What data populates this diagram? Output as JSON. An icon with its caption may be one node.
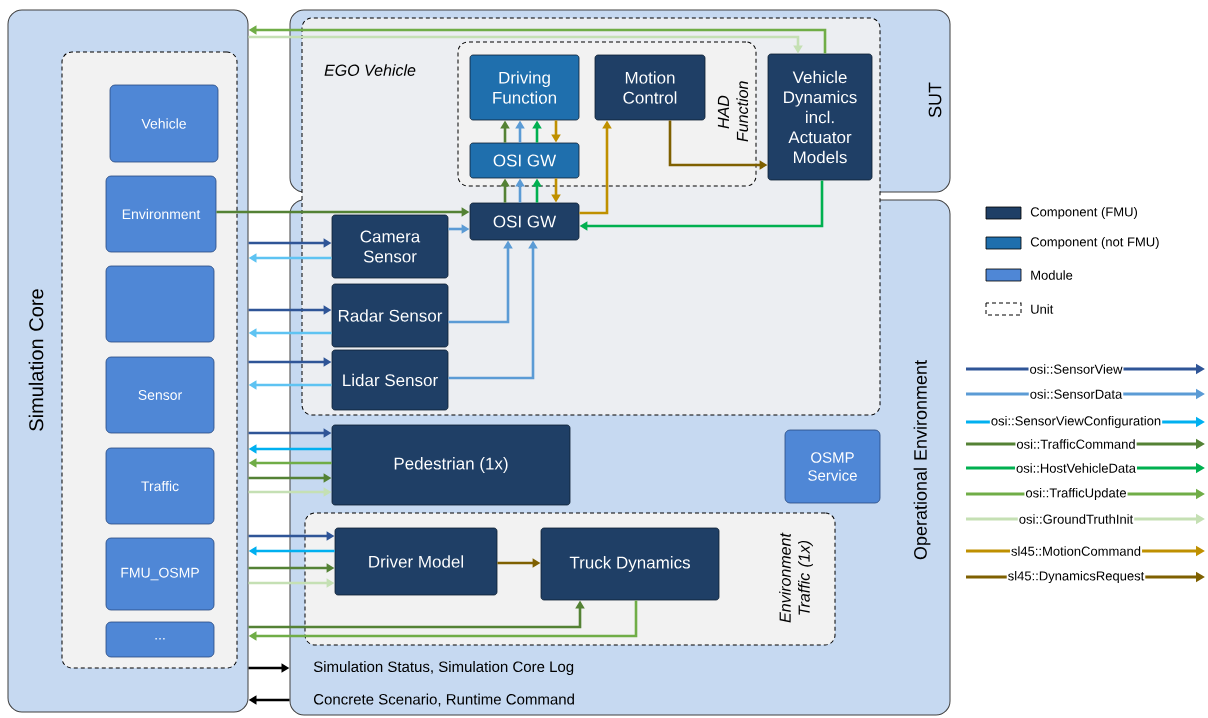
{
  "diagram": {
    "nodes": [
      {
        "text": [
          "Simulation Core"
        ]
      },
      {
        "text": [],
        "shape": "box",
        "in": 0
      },
      {
        "text": [
          "Vehicle"
        ],
        "in": 1
      },
      {
        "text": [
          "Environment"
        ],
        "in": 1
      },
      {
        "text": [],
        "shape": "box",
        "in": 1
      },
      {
        "text": [
          "Sensor"
        ],
        "in": 1
      },
      {
        "text": [
          "Traffic"
        ],
        "in": 1
      },
      {
        "text": [
          "FMU_OSMP"
        ],
        "in": 1
      },
      {
        "text": [
          "..."
        ],
        "in": 1
      },
      {
        "text": [
          "SUT"
        ]
      },
      {
        "text": [
          "HAD Function"
        ],
        "in": 9
      },
      {
        "text": [
          "Driving Function"
        ],
        "in": 10
      },
      {
        "text": [
          "Motion Control"
        ],
        "in": 10
      },
      {
        "text": [
          "OSI GW"
        ],
        "in": 10
      },
      {
        "text": [
          "Vehicle Dynamics incl. Actuator Models"
        ],
        "in": 9
      },
      {
        "text": [
          "Operational Environment"
        ]
      },
      {
        "text": [
          "OSI GW"
        ],
        "in": 15
      },
      {
        "text": [
          "Camera Sensor"
        ],
        "in": 15
      },
      {
        "text": [
          "Radar Sensor"
        ],
        "in": 15
      },
      {
        "text": [
          "Lidar Sensor"
        ],
        "in": 15
      },
      {
        "text": [
          "Pedestrian (1x)"
        ],
        "in": 15
      },
      {
        "text": [
          "OSMP Service"
        ],
        "in": 15
      },
      {
        "text": [
          "Environment Traffic (1x)"
        ],
        "in": 15
      },
      {
        "text": [
          "Driver Model"
        ],
        "in": 22
      },
      {
        "text": [
          "Truck Dynamics"
        ],
        "in": 22
      }
    ],
    "edges": [
      {
        "from": 14,
        "to": 0,
        "arrow": "to",
        "color": "#70ad47"
      },
      {
        "from": 0,
        "to": 14,
        "arrow": "to",
        "color": "#c5e0b4"
      },
      {
        "from": 3,
        "to": 16,
        "arrow": "to",
        "color": "#548235"
      },
      {
        "from": 17,
        "to": 16,
        "arrow": "to",
        "color": "#5b9bd5"
      },
      {
        "from": 18,
        "to": 16,
        "arrow": "to",
        "color": "#5b9bd5"
      },
      {
        "from": 19,
        "to": 16,
        "arrow": "to",
        "color": "#5b9bd5"
      },
      {
        "from": 16,
        "to": 13,
        "arrow": "to",
        "color": "#548235"
      },
      {
        "from": 16,
        "to": 13,
        "arrow": "to",
        "color": "#5b9bd5"
      },
      {
        "from": 16,
        "to": 13,
        "arrow": "to",
        "color": "#00b050"
      },
      {
        "from": 13,
        "to": 16,
        "arrow": "to",
        "color": "#bf9000"
      },
      {
        "from": 13,
        "to": 11,
        "arrow": "to",
        "color": "#548235"
      },
      {
        "from": 13,
        "to": 11,
        "arrow": "to",
        "color": "#5b9bd5"
      },
      {
        "from": 13,
        "to": 11,
        "arrow": "to",
        "color": "#00b050"
      },
      {
        "from": 11,
        "to": 13,
        "arrow": "to",
        "color": "#bf9000"
      },
      {
        "from": 16,
        "to": 12,
        "arrow": "to",
        "color": "#bf9000"
      },
      {
        "from": 12,
        "to": 14,
        "arrow": "to",
        "color": "#7f6000"
      },
      {
        "from": 14,
        "to": 16,
        "arrow": "to",
        "color": "#00b050"
      },
      {
        "from": 0,
        "to": 17,
        "arrow": "to",
        "color": "#2f5597"
      },
      {
        "from": 17,
        "to": 0,
        "arrow": "to",
        "color": "#5ec3f2"
      },
      {
        "from": 0,
        "to": 18,
        "arrow": "to",
        "color": "#2f5597"
      },
      {
        "from": 18,
        "to": 0,
        "arrow": "to",
        "color": "#5ec3f2"
      },
      {
        "from": 0,
        "to": 19,
        "arrow": "to",
        "color": "#2f5597"
      },
      {
        "from": 19,
        "to": 0,
        "arrow": "to",
        "color": "#5ec3f2"
      },
      {
        "from": 0,
        "to": 20,
        "arrow": "to",
        "color": "#2f5597"
      },
      {
        "from": 20,
        "to": 0,
        "arrow": "to",
        "color": "#00b0f0"
      },
      {
        "from": 20,
        "to": 0,
        "arrow": "to",
        "color": "#70ad47"
      },
      {
        "from": 0,
        "to": 20,
        "arrow": "to",
        "color": "#548235"
      },
      {
        "from": 0,
        "to": 20,
        "arrow": "to",
        "color": "#c5e0b4"
      },
      {
        "from": 0,
        "to": 23,
        "arrow": "to",
        "color": "#2f5597"
      },
      {
        "from": 23,
        "to": 0,
        "arrow": "to",
        "color": "#00b0f0"
      },
      {
        "from": 0,
        "to": 23,
        "arrow": "to",
        "color": "#548235"
      },
      {
        "from": 0,
        "to": 23,
        "arrow": "to",
        "color": "#c5e0b4"
      },
      {
        "from": 23,
        "to": 24,
        "arrow": "to",
        "color": "#7f6000"
      },
      {
        "from": 0,
        "to": 24,
        "arrow": "to",
        "color": "#548235"
      },
      {
        "from": 24,
        "to": 0,
        "arrow": "to",
        "color": "#70ad47"
      },
      {
        "from": 0,
        "to": 15,
        "arrow": "to",
        "label": "Simulation Status, Simulation Core Log",
        "color": "#000000"
      },
      {
        "from": 15,
        "to": 0,
        "arrow": "to",
        "label": "Concrete Scenario, Runtime Command",
        "color": "#000000"
      }
    ],
    "labels": [
      "EGO Vehicle"
    ],
    "legend": [
      {
        "text": "Component (FMU)",
        "color": "#1f3f66"
      },
      {
        "text": "Component (not FMU)",
        "color": "#1f6fad"
      },
      {
        "text": "Module",
        "color": "#4f87d6"
      },
      {
        "text": "Unit"
      },
      {
        "text": "osi::SensorView"
      },
      {
        "text": "osi::SensorData"
      },
      {
        "text": "osi::SensorViewConfiguration"
      },
      {
        "text": "osi::TrafficCommand"
      },
      {
        "text": "osi::HostVehicleData"
      },
      {
        "text": "osi::TrafficUpdate"
      },
      {
        "text": "osi::GroundTruthInit"
      },
      {
        "text": "sl45::MotionCommand"
      },
      {
        "text": "sl45::DynamicsRequest"
      }
    ]
  }
}
